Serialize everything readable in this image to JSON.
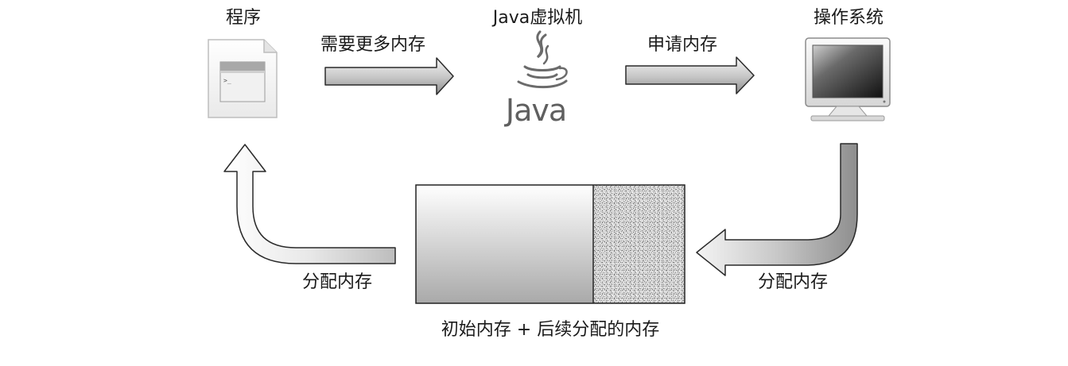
{
  "nodes": {
    "program": {
      "label": "程序",
      "icon": "program-file-icon"
    },
    "jvm": {
      "label": "Java虚拟机",
      "logo_text": "Java",
      "icon": "java-logo-icon"
    },
    "os": {
      "label": "操作系统",
      "icon": "computer-monitor-icon"
    }
  },
  "edges": {
    "program_to_jvm": "需要更多内存",
    "jvm_to_os": "申请内存",
    "os_to_memory": "分配内存",
    "memory_to_program": "分配内存"
  },
  "memory_block": {
    "caption": "初始内存 + 后续分配的内存",
    "segments": [
      "initial-memory",
      "additional-memory"
    ]
  },
  "colors": {
    "arrow_light": "#f4f4f4",
    "arrow_dark": "#9a9a9a",
    "outline": "#222222",
    "text": "#1a1a1a"
  }
}
